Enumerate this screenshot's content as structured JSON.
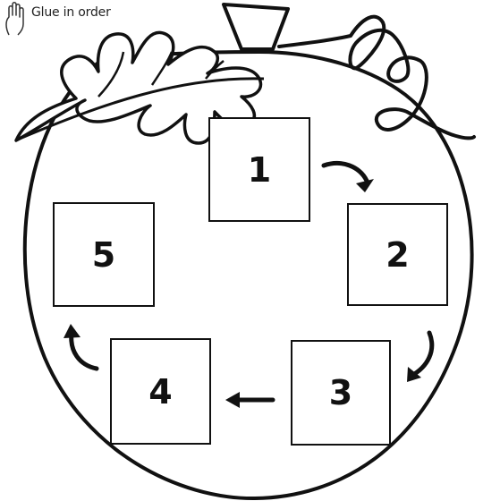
{
  "instruction": "Glue in order",
  "icons": [
    "hand-glue-icon",
    "pumpkin-outline",
    "leaf-icon",
    "vine-icon",
    "stem-icon",
    "arrow-icon"
  ],
  "sequence": [
    {
      "label": "1"
    },
    {
      "label": "2"
    },
    {
      "label": "3"
    },
    {
      "label": "4"
    },
    {
      "label": "5"
    }
  ],
  "colors": {
    "line": "#111111",
    "background": "#ffffff"
  }
}
